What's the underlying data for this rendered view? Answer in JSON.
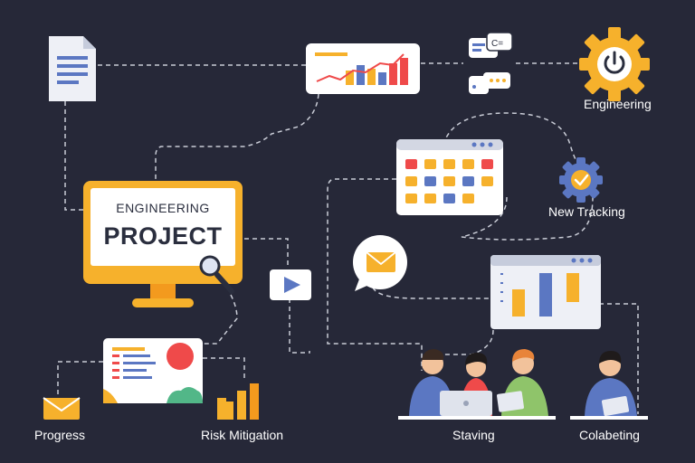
{
  "project_card": {
    "line1": "ENGINEERING",
    "line2": "PROJECT"
  },
  "labels": {
    "engineering": "Engineering",
    "new_tracking": "New Tracking",
    "progress": "Progress",
    "risk_mitigation": "Risk Mitigation",
    "staving": "Staving",
    "collaborating": "Colabeting"
  },
  "chat_bubble_text": "C=",
  "colors": {
    "background": "#262838",
    "accent_orange": "#f6b12c",
    "accent_blue": "#5b77c2",
    "accent_red": "#ef4a4a",
    "connector": "#c9ccd6"
  },
  "icons": [
    "document-icon",
    "line-bar-chart-icon",
    "chat-icon",
    "gear-power-icon",
    "calendar-icon",
    "gear-check-icon",
    "monitor-icon",
    "magnifier-icon",
    "video-play-icon",
    "mail-bubble-icon",
    "bar-chart-window-icon",
    "report-card-icon",
    "envelope-icon",
    "bar-chart-icon",
    "team-icon",
    "person-icon"
  ]
}
